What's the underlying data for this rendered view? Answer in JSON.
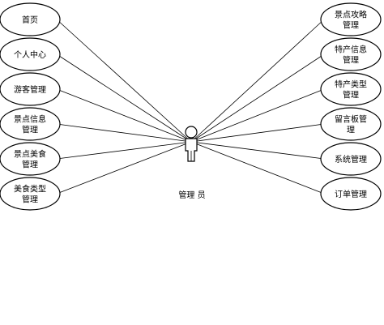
{
  "actor": {
    "label": "管理 员"
  },
  "use_cases_left": [
    {
      "lines": [
        "首页"
      ]
    },
    {
      "lines": [
        "个人中心"
      ]
    },
    {
      "lines": [
        "游客管理"
      ]
    },
    {
      "lines": [
        "景点信息",
        "管理"
      ]
    },
    {
      "lines": [
        "景点美食",
        "管理"
      ]
    },
    {
      "lines": [
        "美食类型",
        "管理"
      ]
    }
  ],
  "use_cases_right": [
    {
      "lines": [
        "景点攻略",
        "管理"
      ]
    },
    {
      "lines": [
        "特产信息",
        "管理"
      ]
    },
    {
      "lines": [
        "特产类型",
        "管理"
      ]
    },
    {
      "lines": [
        "留言板管",
        "理"
      ]
    },
    {
      "lines": [
        "系统管理"
      ]
    },
    {
      "lines": [
        "订单管理"
      ]
    }
  ],
  "colors": {
    "stroke": "#000000",
    "fill": "#ffffff"
  }
}
